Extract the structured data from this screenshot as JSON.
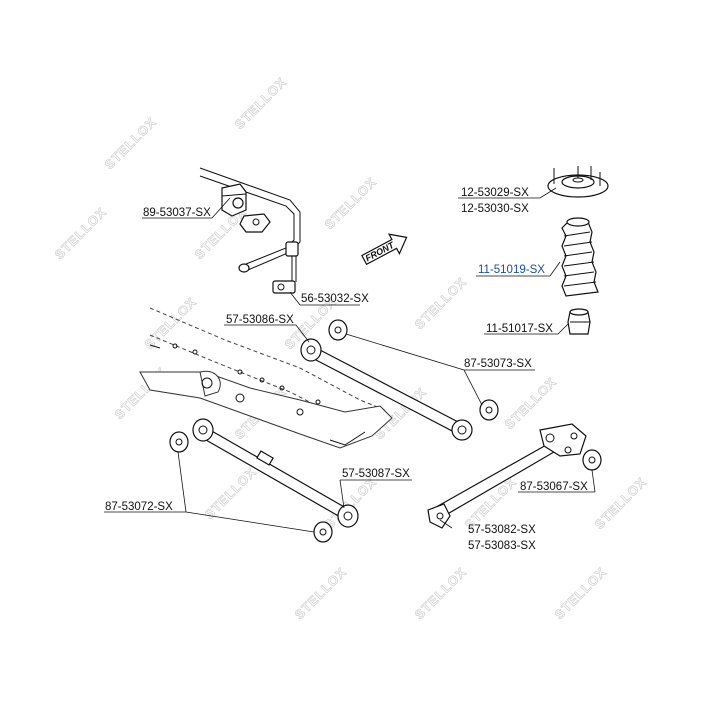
{
  "watermark_text": "STELLOX",
  "front_label": "FRONT",
  "labels": {
    "p_89_53037": "89-53037-SX",
    "p_56_53032": "56-53032-SX",
    "p_57_53086": "57-53086-SX",
    "p_87_53073": "87-53073-SX",
    "p_57_53087": "57-53087-SX",
    "p_87_53072": "87-53072-SX",
    "p_57_53082": "57-53082-SX",
    "p_57_53083": "57-53083-SX",
    "p_87_53067": "87-53067-SX",
    "p_12_53029": "12-53029-SX",
    "p_12_53030": "12-53030-SX",
    "p_11_51019": "11-51019-SX",
    "p_11_51017": "11-51017-SX"
  },
  "colors": {
    "line": "#111111",
    "highlight": "#1a4fa0",
    "watermark": "#cfcfcf"
  }
}
